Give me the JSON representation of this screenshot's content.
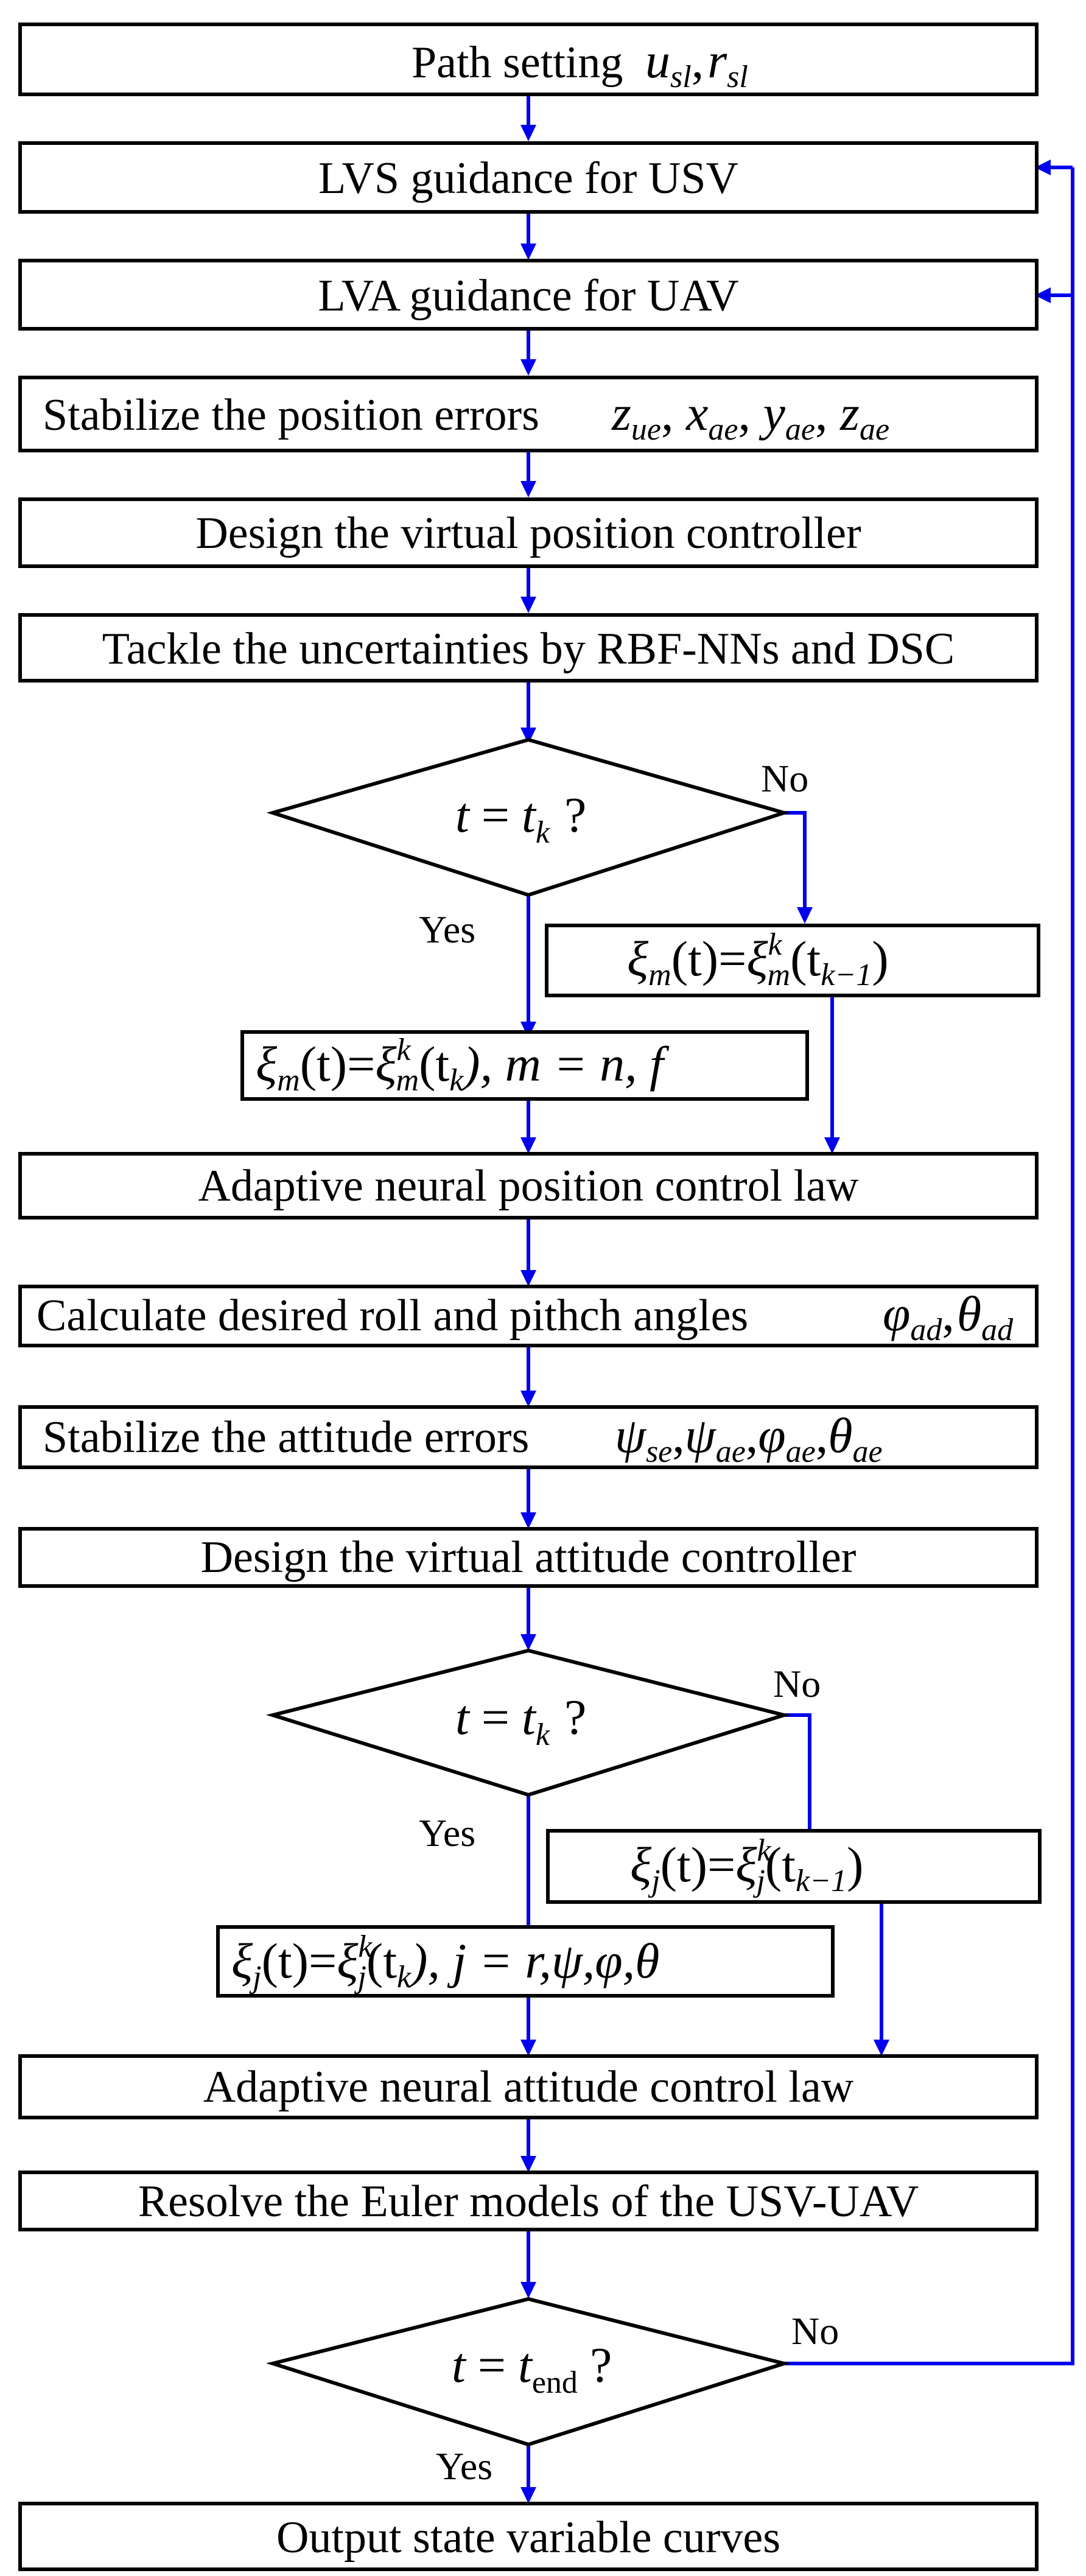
{
  "colors": {
    "arrow": "#0000ee",
    "box_stroke": "#000000",
    "background": "#ffffff"
  },
  "steps": {
    "path_setting": {
      "label": "Path setting",
      "math_u": "u",
      "sub_u": "sl",
      "comma": ",",
      "math_r": "r",
      "sub_r": "sl"
    },
    "lvs_guidance": "LVS guidance for USV",
    "lva_guidance": "LVA guidance for UAV",
    "stabilize_position": {
      "label": "Stabilize the position errors",
      "vars": [
        "z",
        "x",
        "y",
        "z"
      ],
      "subs": [
        "ue",
        "ae",
        "ae",
        "ae"
      ]
    },
    "virtual_position": "Design the virtual position controller",
    "tackle_uncertainties": "Tackle the uncertainties by RBF-NNs and DSC",
    "position_control_law": "Adaptive neural position control law",
    "desired_angles": {
      "label": "Calculate desired roll and pithch angles",
      "vars": [
        "φ",
        "θ"
      ],
      "subs": [
        "ad",
        "ad"
      ]
    },
    "stabilize_attitude": {
      "label": "Stabilize the attitude errors",
      "vars": [
        "ψ",
        "ψ",
        "φ",
        "θ"
      ],
      "subs": [
        "se",
        "ae",
        "ae",
        "ae"
      ]
    },
    "virtual_attitude": "Design the virtual attitude controller",
    "attitude_control_law": "Adaptive neural attitude control law",
    "resolve_euler": "Resolve the Euler models of the USV-UAV",
    "output_curves": "Output state variable curves"
  },
  "decisions": {
    "position_trigger": {
      "lhs": "t",
      "eq": "=",
      "rhs": "t",
      "sub": "k",
      "q": "?"
    },
    "attitude_trigger": {
      "lhs": "t",
      "eq": "=",
      "rhs": "t",
      "sub": "k",
      "q": "?"
    },
    "end_check": {
      "lhs": "t",
      "eq": "=",
      "rhs": "t",
      "sub": "end",
      "q": "?"
    }
  },
  "formulas": {
    "xi_m_hold": {
      "sym": "ξ",
      "sub": "m",
      "arg": "(t)=",
      "sym2": "ξ",
      "sup": "k",
      "sub2": "m",
      "arg2": "(t",
      "sub3": "k−1",
      "close": ")"
    },
    "xi_m_update": {
      "sym": "ξ",
      "sub": "m",
      "arg": "(t)=",
      "sym2": "ξ",
      "sup": "k",
      "sub2": "m",
      "arg2": "(t",
      "sub3": "k",
      "tail": "), m = n, f"
    },
    "xi_j_hold": {
      "sym": "ξ",
      "sub": "j",
      "arg": "(t)=",
      "sym2": "ξ",
      "sup": "k",
      "sub2": "j",
      "arg2": "(t",
      "sub3": "k−1",
      "close": ")"
    },
    "xi_j_update": {
      "sym": "ξ",
      "sub": "j",
      "arg": "(t)=",
      "sym2": "ξ",
      "sup": "k",
      "sub2": "j",
      "arg2": "(t",
      "sub3": "k",
      "tail": "), j = r,ψ,φ,θ"
    }
  },
  "labels": {
    "yes": "Yes",
    "no": "No"
  }
}
